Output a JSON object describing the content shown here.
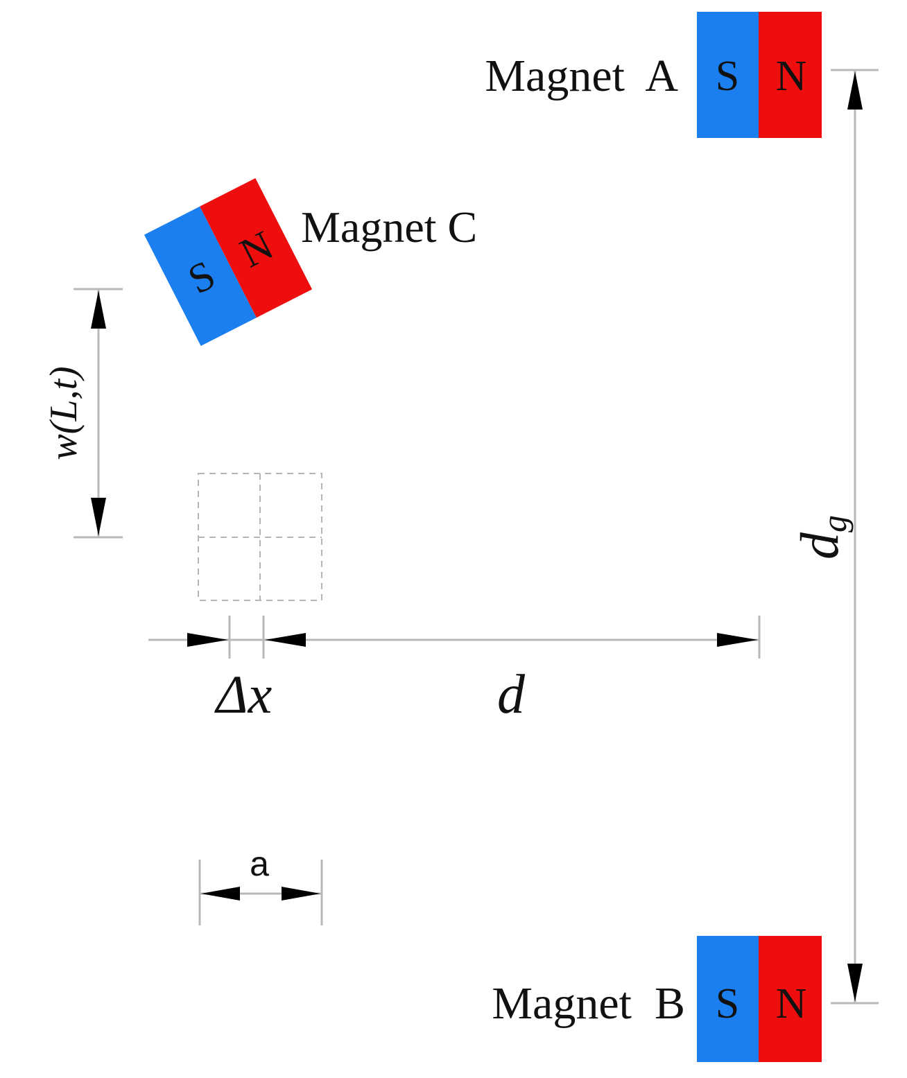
{
  "magnets": {
    "a": {
      "label": "Magnet  A",
      "s": "S",
      "n": "N"
    },
    "b": {
      "label": "Magnet  B",
      "s": "S",
      "n": "N"
    },
    "c": {
      "label": "Magnet C",
      "s": "S",
      "n": "N"
    }
  },
  "dimensions": {
    "dg": {
      "main": "d",
      "sub": "g"
    },
    "w": "w(L,t)",
    "delta_x": "Δx",
    "d": "d",
    "a": "a"
  },
  "colors": {
    "south_pole": "#1c7ff0",
    "north_pole": "#ee0e0e",
    "dimension_line": "#b8b8b8",
    "arrowhead": "#000000",
    "grid_dash": "#b5b5b5"
  }
}
